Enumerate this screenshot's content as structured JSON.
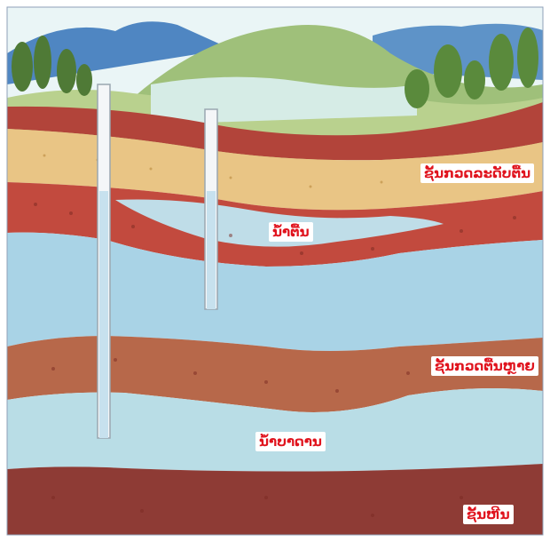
{
  "labels": {
    "shallow_porous_layer": "ຊັ້ນກວດລະດັບຕື້ນ",
    "shallow_water": "ນ້ຳຕື້ນ",
    "deep_porous_layer": "ຊັ້ນກວດຕື້ນຫຼາຍ",
    "groundwater": "ນ້ຳບາດານ",
    "bedrock_layer": "ຊັ້ນຫີນ"
  },
  "colors": {
    "sky": "#eaf5f6",
    "mountain": "#4f86c2",
    "hills": "#9fc07a",
    "topsoil": "#b2443a",
    "sand_layer": "#e9c585",
    "red_layer": "#c24a3e",
    "water_layer": "#a9d3e6",
    "brown_layer": "#b7684a",
    "bedrock": "#8e3b35",
    "label_text": "#e0141e"
  }
}
